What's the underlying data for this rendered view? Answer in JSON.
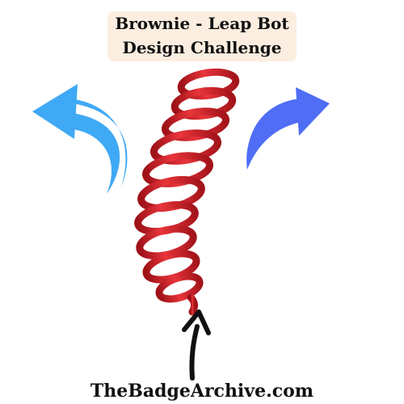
{
  "title": {
    "line1": "Brownie - Leap Bot",
    "line2": "Design Challenge"
  },
  "footer": {
    "website": "TheBadgeArchive.com"
  },
  "icons": {
    "left_arrow": "curved-arrow-left-icon",
    "right_arrow": "curved-arrow-right-icon",
    "up_arrow": "arrow-up-icon",
    "spring": "coil-spring-illustration"
  },
  "colors": {
    "title_background": "#fbeee0",
    "left_arrow": "#3fa9f5",
    "right_arrow": "#4f6df5",
    "spring": "#d11f26",
    "up_arrow": "#111111"
  }
}
